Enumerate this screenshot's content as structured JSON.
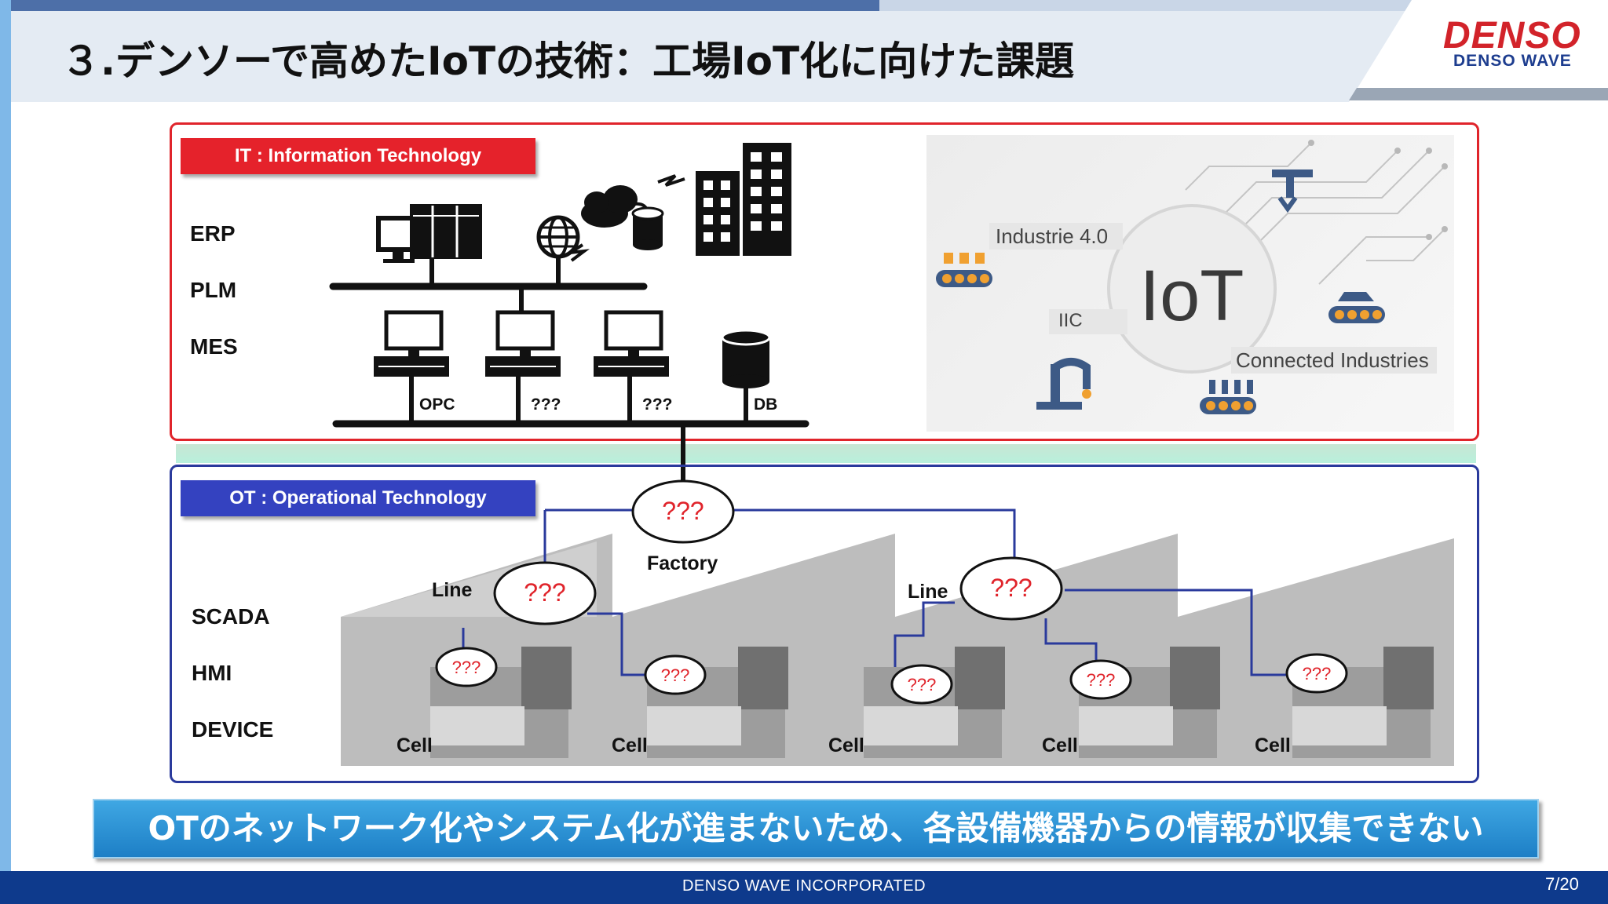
{
  "header": {
    "title": "３.デンソーで高めたIoTの技術：工場IoT化に向けた課題",
    "logo_main": "DENSO",
    "logo_sub": "DENSO WAVE"
  },
  "it_section": {
    "tag": "IT : Information Technology",
    "levels": [
      "ERP",
      "PLM",
      "MES"
    ],
    "node_labels": [
      "OPC",
      "???",
      "???",
      "DB"
    ]
  },
  "iot_panel": {
    "center": "IoT",
    "labels": [
      "Industrie 4.0",
      "IIC",
      "Connected Industries"
    ]
  },
  "ot_section": {
    "tag": "OT : Operational Technology",
    "levels": [
      "SCADA",
      "HMI",
      "DEVICE"
    ],
    "factory_label": "Factory",
    "factory_node": "???",
    "line_labels": [
      "Line",
      "Line"
    ],
    "line_nodes": [
      "???",
      "???"
    ],
    "cell_nodes": [
      "???",
      "???",
      "???",
      "???",
      "???"
    ],
    "cell_labels": [
      "Cell",
      "Cell",
      "Cell",
      "Cell",
      "Cell"
    ]
  },
  "banner": "OTのネットワーク化やシステム化が進まないため、各設備機器からの情報が収集できない",
  "footer": {
    "company": "DENSO WAVE INCORPORATED",
    "page": "7/20"
  },
  "colors": {
    "it_red": "#e0242b",
    "ot_blue": "#2a3a9c",
    "banner_blue": "#1d7fc6",
    "footer_navy": "#0e3a8c",
    "question_red": "#e0242b"
  }
}
